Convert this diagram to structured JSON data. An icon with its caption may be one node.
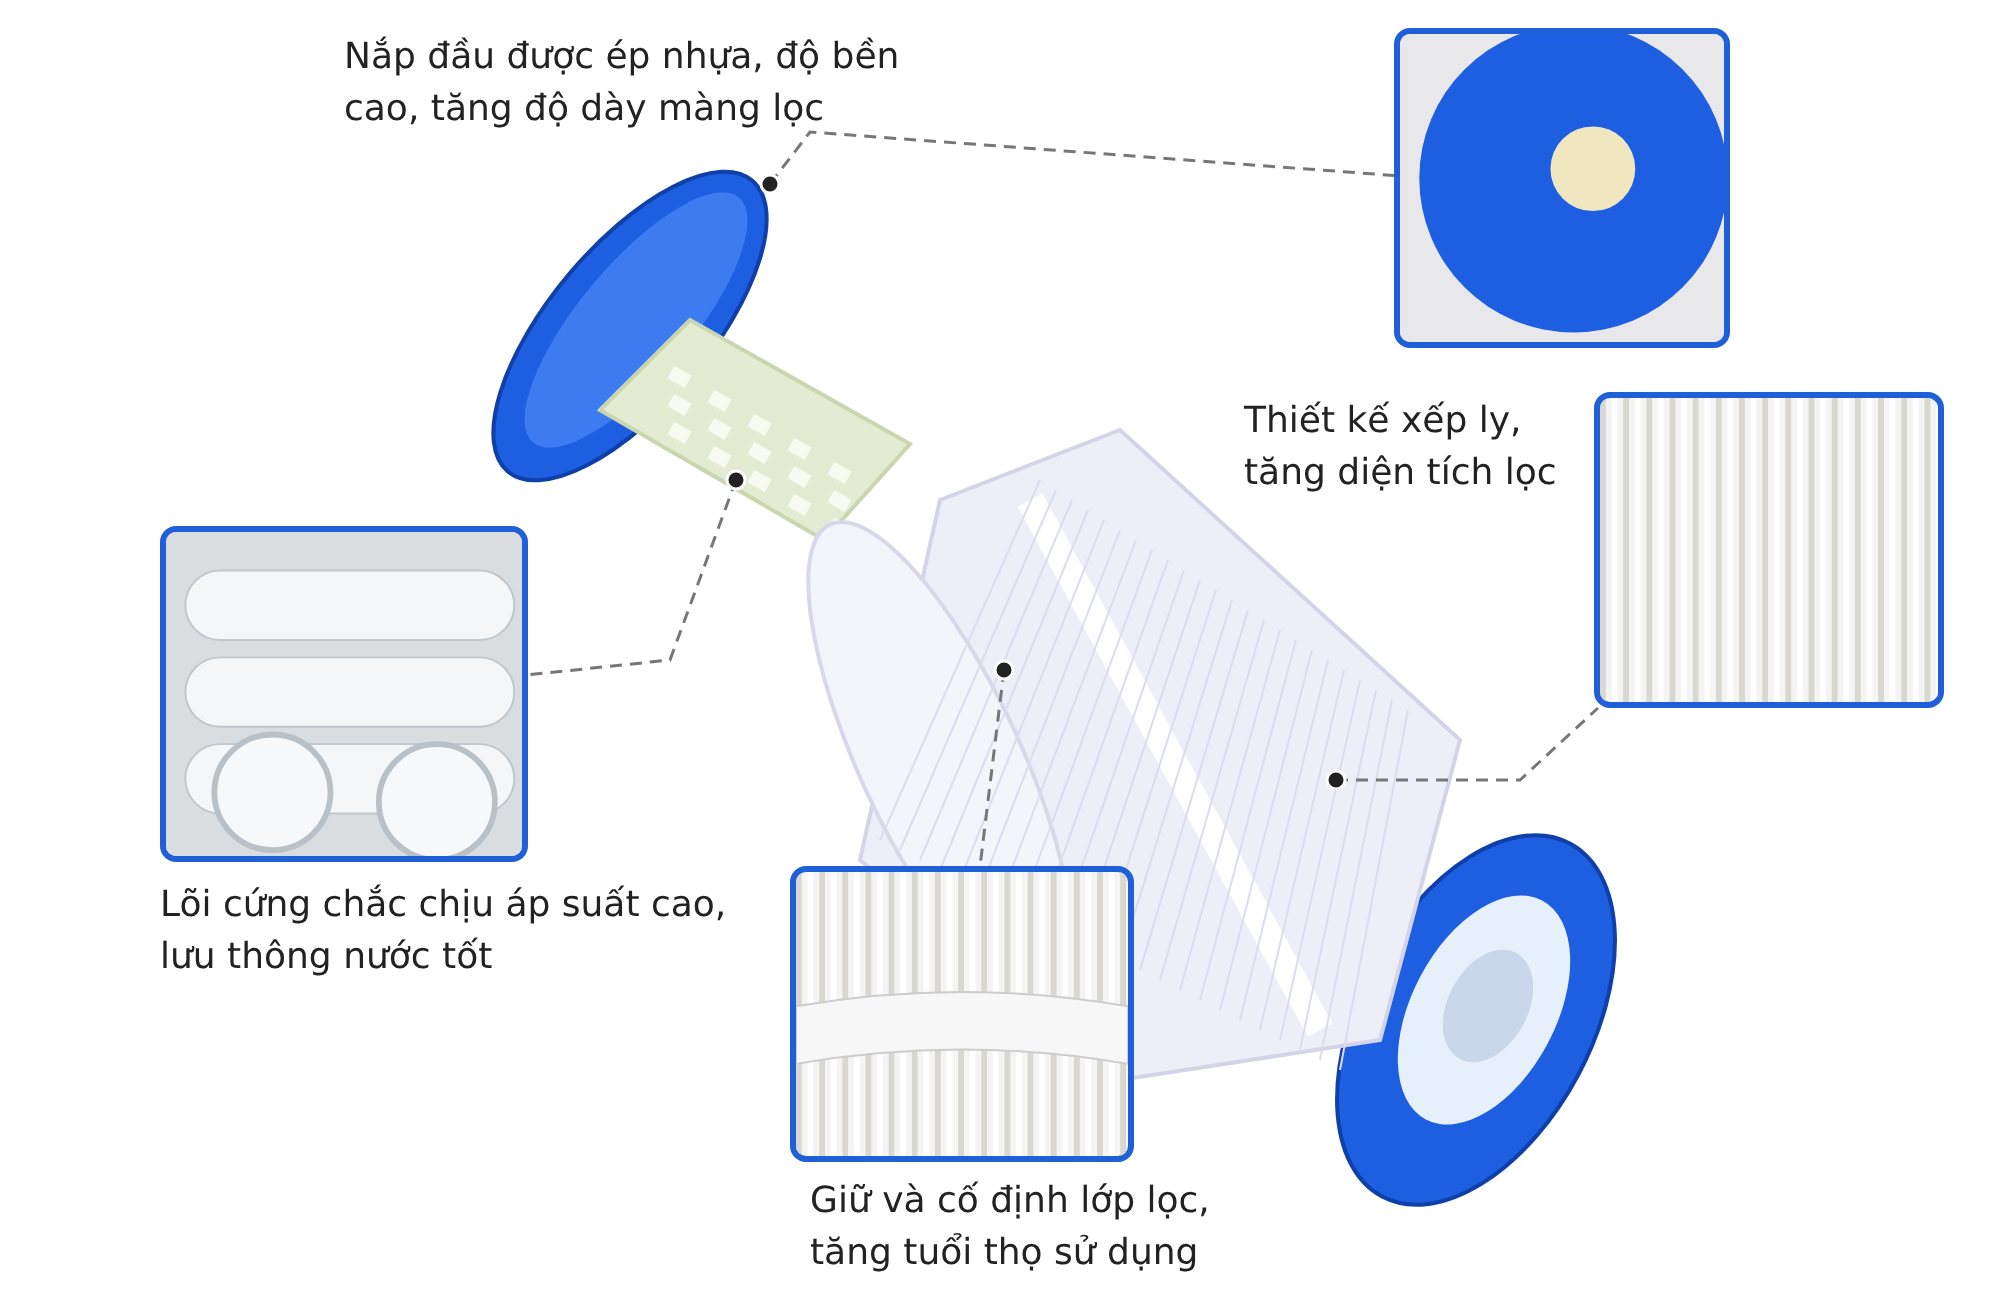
{
  "diagram": {
    "nodes": [
      {
        "text": [],
        "shape": "picture",
        "beside": [
          "Nắp đầu được ép nhựa, độ bền cao, tăng độ dày màng lọc"
        ]
      },
      {
        "text": [],
        "shape": "picture"
      },
      {
        "text": [],
        "shape": "picture"
      },
      {
        "text": [],
        "shape": "picture",
        "beside": [
          "Lõi cứng chắc chịu áp suất cao, lưu thông nước tốt"
        ]
      },
      {
        "text": [],
        "shape": "picture"
      },
      {
        "text": [],
        "shape": "picture",
        "beside": [
          "Giữ và cố định lớp lọc, tăng tuổi thọ sử dụng"
        ]
      },
      {
        "text": [],
        "shape": "picture"
      }
    ],
    "labels": [
      "Thiết kế xếp ly, tăng diện tích lọc"
    ],
    "edges": [
      {
        "from": 0,
        "to": 1,
        "arrow": "other",
        "style": "dashed"
      },
      {
        "from": 2,
        "to": 3,
        "arrow": "other",
        "style": "dashed"
      },
      {
        "from": 4,
        "to": 5,
        "arrow": "other",
        "style": "dashed"
      },
      {
        "from": 4,
        "to": 6,
        "arrow": "other",
        "style": "dashed"
      }
    ]
  }
}
